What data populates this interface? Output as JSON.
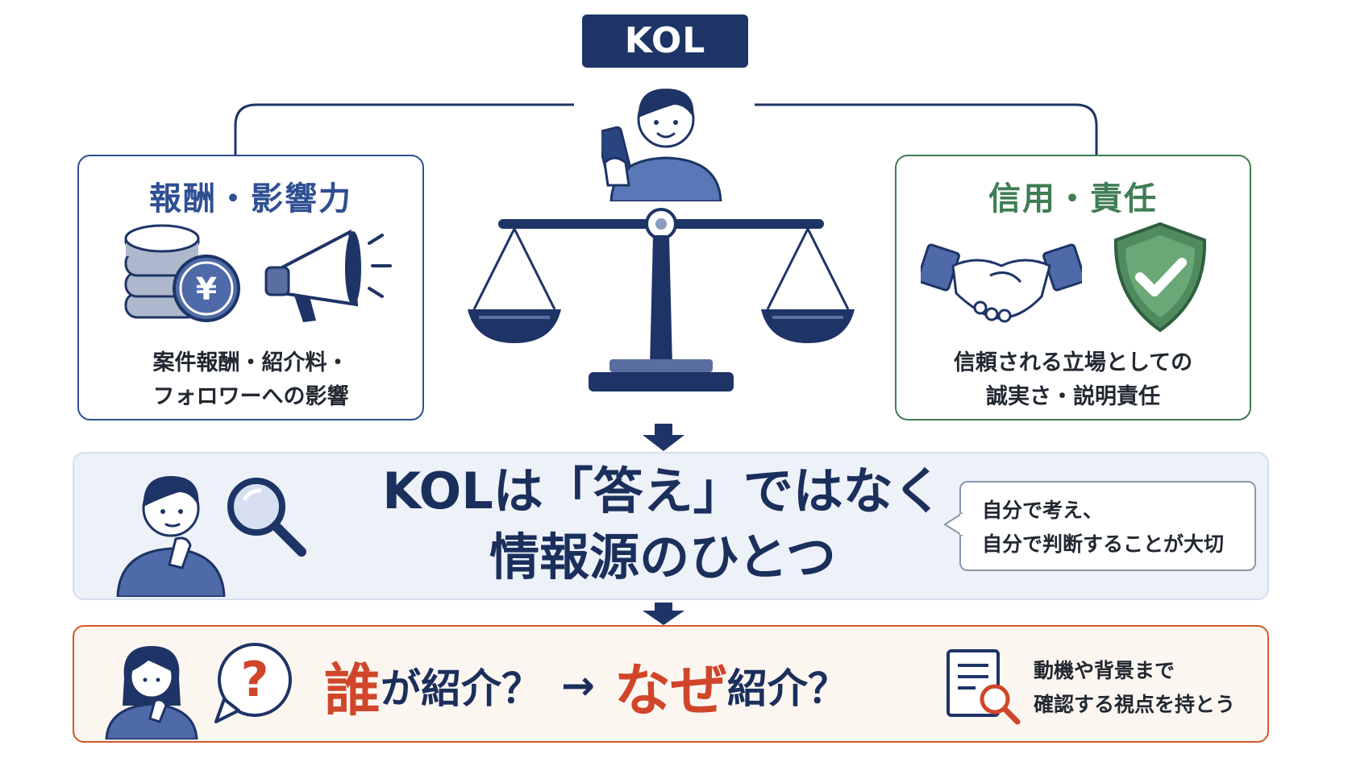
{
  "top": {
    "badge": "KOL"
  },
  "left_card": {
    "title": "報酬・影響力",
    "desc_line1": "案件報酬・紹介料・",
    "desc_line2": "フォロワーへの影響",
    "coin_symbol": "¥"
  },
  "right_card": {
    "title": "信用・責任",
    "desc_line1": "信頼される立場としての",
    "desc_line2": "誠実さ・説明責任"
  },
  "middle": {
    "headline_line1": "KOLは「答え」ではなく",
    "headline_line2": "情報源のひとつ",
    "bubble_line1": "自分で考え、",
    "bubble_line2": "自分で判断することが大切"
  },
  "bottom": {
    "question_mark": "?",
    "who_emph": "誰",
    "who_rest": "が紹介？",
    "arrow": "→",
    "why_emph": "なぜ",
    "why_rest": "紹介？",
    "note_line1": "動機や背景まで",
    "note_line2": "確認する視点を持とう"
  },
  "colors": {
    "navy": "#1e3466",
    "blue_accent": "#2f4f93",
    "green_accent": "#3f7d52",
    "orange_accent": "#d0462a",
    "panel_bg": "#edf1f8",
    "bottom_bg": "#fcf6f1"
  },
  "icons": {
    "kol_person": "person-with-phone-icon",
    "scale": "balance-scale-icon",
    "coins": "coin-stack-icon",
    "megaphone": "megaphone-icon",
    "handshake": "handshake-icon",
    "shield": "shield-check-icon",
    "thinker": "thinking-person-icon",
    "magnifier": "magnifier-icon",
    "question": "question-bubble-icon",
    "document_search": "document-search-icon"
  }
}
